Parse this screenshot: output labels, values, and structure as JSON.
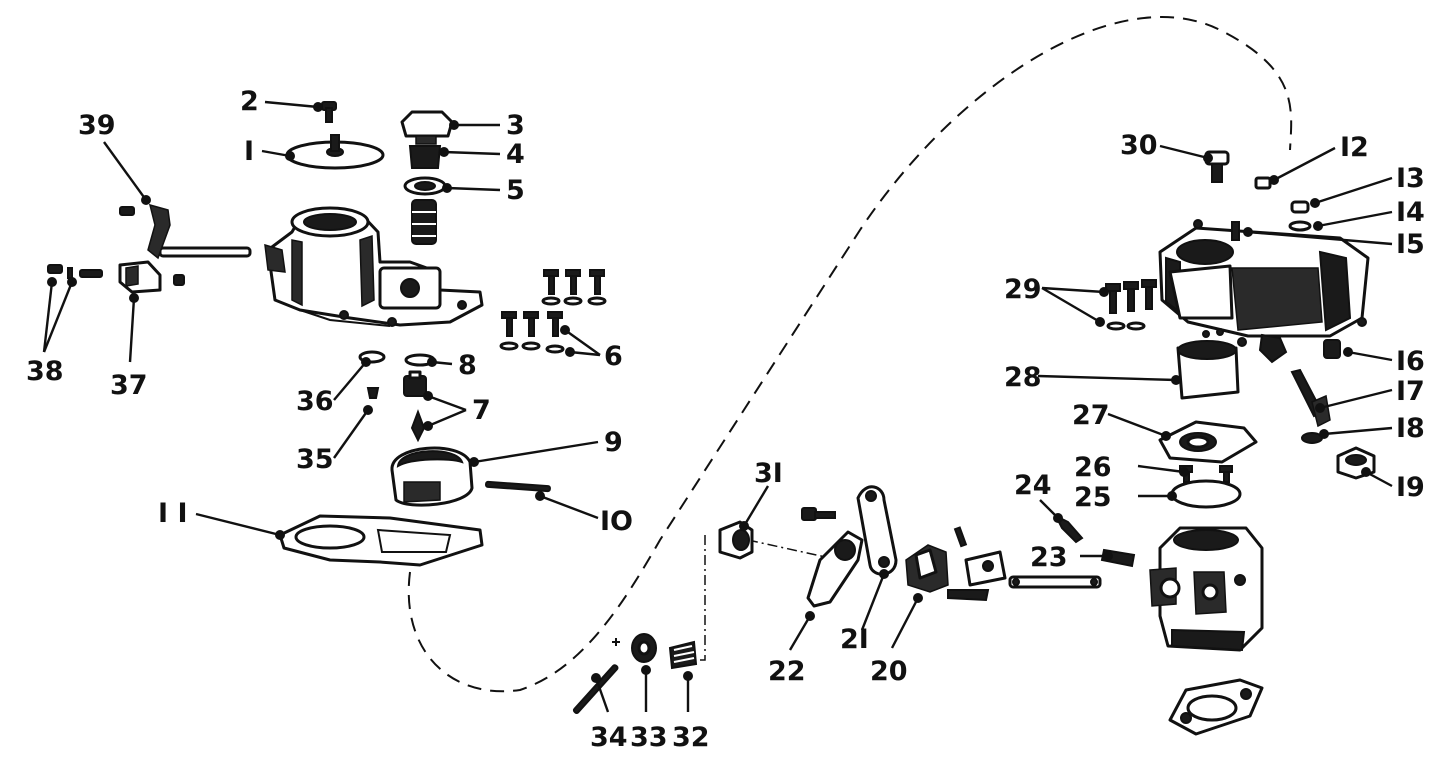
{
  "diagram": {
    "colors": {
      "ink": "#111111",
      "paper": "#ffffff"
    },
    "callouts": [
      {
        "id": "1",
        "label": "I"
      },
      {
        "id": "2",
        "label": "2"
      },
      {
        "id": "3",
        "label": "3"
      },
      {
        "id": "4",
        "label": "4"
      },
      {
        "id": "5",
        "label": "5"
      },
      {
        "id": "6",
        "label": "6"
      },
      {
        "id": "7",
        "label": "7"
      },
      {
        "id": "8",
        "label": "8"
      },
      {
        "id": "9",
        "label": "9"
      },
      {
        "id": "10",
        "label": "IO"
      },
      {
        "id": "11",
        "label": "I I"
      },
      {
        "id": "12",
        "label": "I2"
      },
      {
        "id": "13",
        "label": "I3"
      },
      {
        "id": "14",
        "label": "I4"
      },
      {
        "id": "15",
        "label": "I5"
      },
      {
        "id": "16",
        "label": "I6"
      },
      {
        "id": "17",
        "label": "I7"
      },
      {
        "id": "18",
        "label": "I8"
      },
      {
        "id": "19",
        "label": "I9"
      },
      {
        "id": "20",
        "label": "20"
      },
      {
        "id": "21",
        "label": "2I"
      },
      {
        "id": "22",
        "label": "22"
      },
      {
        "id": "23",
        "label": "23"
      },
      {
        "id": "24",
        "label": "24"
      },
      {
        "id": "25",
        "label": "25"
      },
      {
        "id": "26",
        "label": "26"
      },
      {
        "id": "27",
        "label": "27"
      },
      {
        "id": "28",
        "label": "28"
      },
      {
        "id": "29",
        "label": "29"
      },
      {
        "id": "30",
        "label": "30"
      },
      {
        "id": "31",
        "label": "3I"
      },
      {
        "id": "32",
        "label": "32"
      },
      {
        "id": "33",
        "label": "33"
      },
      {
        "id": "34",
        "label": "34"
      },
      {
        "id": "35",
        "label": "35"
      },
      {
        "id": "36",
        "label": "36"
      },
      {
        "id": "37",
        "label": "37"
      },
      {
        "id": "38",
        "label": "38"
      },
      {
        "id": "39",
        "label": "39"
      }
    ]
  }
}
